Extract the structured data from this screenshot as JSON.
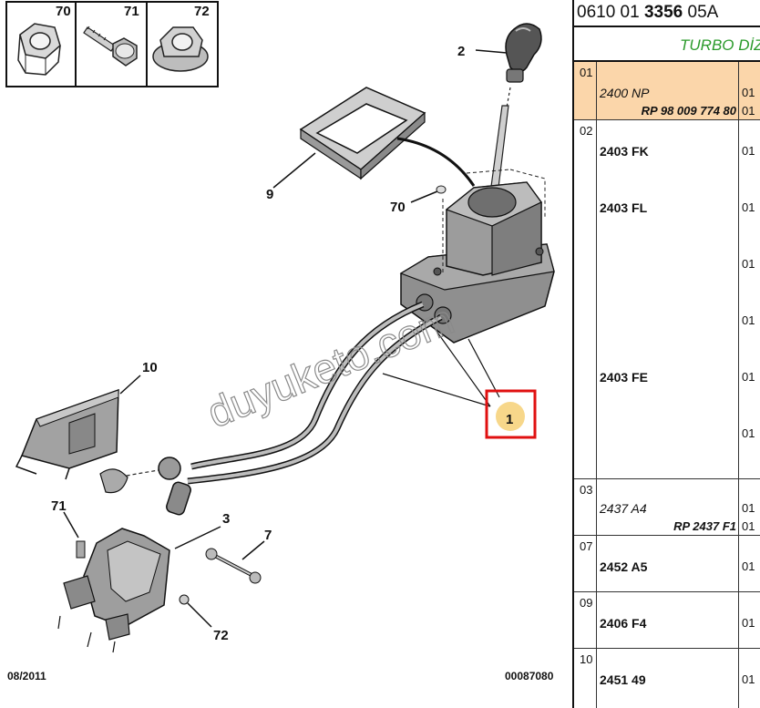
{
  "hardware_boxes": [
    {
      "num": "70",
      "icon": "nut-icon"
    },
    {
      "num": "71",
      "icon": "bolt-icon"
    },
    {
      "num": "72",
      "icon": "flange-nut-icon"
    }
  ],
  "callouts": {
    "c1": "1",
    "c2": "2",
    "c3": "3",
    "c7": "7",
    "c9": "9",
    "c10": "10",
    "c70": "70",
    "c71": "71",
    "c72": "72"
  },
  "watermark": "duyuketo.com",
  "footer": {
    "date": "08/2011",
    "code": "00087080"
  },
  "panel": {
    "ref_prefix": "0610 01 ",
    "ref_bold": "3356",
    "ref_suffix": " 05A",
    "model": "TURBO DİZ",
    "rows": [
      {
        "idx": "01",
        "parts": [
          {
            "text": "2400 NP",
            "qty": "01"
          }
        ],
        "rp": "RP 98 009 774 80",
        "rp_qty": "01"
      },
      {
        "idx": "02",
        "parts": [
          {
            "text": "2403 FK",
            "qty": "01"
          },
          {
            "text": "2403 FL",
            "qty": "01"
          },
          {
            "text": "",
            "qty": "01"
          },
          {
            "text": "",
            "qty": "01"
          },
          {
            "text": "2403 FE",
            "qty": "01"
          },
          {
            "text": "",
            "qty": "01"
          }
        ]
      },
      {
        "idx": "03",
        "parts": [
          {
            "text": "2437 A4",
            "qty": "01"
          }
        ],
        "rp": "RP 2437 F1",
        "rp_qty": "01"
      },
      {
        "idx": "07",
        "parts": [
          {
            "text": "2452 A5",
            "qty": "01"
          }
        ]
      },
      {
        "idx": "09",
        "parts": [
          {
            "text": "2406 F4",
            "qty": "01"
          }
        ]
      },
      {
        "idx": "10",
        "parts": [
          {
            "text": "2451 49",
            "qty": "01"
          }
        ]
      }
    ]
  }
}
